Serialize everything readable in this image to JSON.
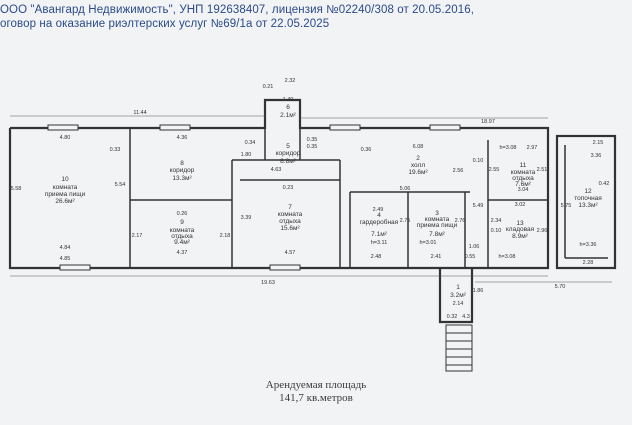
{
  "header": {
    "line1": "ООО \"Авангард Недвижимость\", УНП 192638407, лицензия №02240/308 от 20.05.2016,",
    "line2": "оговор на оказание риэлтерских услуг №69/1а от 22.05.2025"
  },
  "footer": {
    "area_label": "Арендуемая площадь",
    "area_value": "141,7 кв.метров"
  },
  "colors": {
    "ink": "#333333",
    "header_text": "#2b4a8a",
    "paper": "#f1f3f4"
  },
  "rooms": [
    {
      "num": "10",
      "name1": "комната",
      "name2": "приема пищи",
      "area": "26.6м²"
    },
    {
      "num": "8",
      "name1": "коридор",
      "name2": "",
      "area": "13.3м²"
    },
    {
      "num": "9",
      "name1": "комната",
      "name2": "отдыха",
      "area": "9.4м²"
    },
    {
      "num": "5",
      "name1": "коридор",
      "name2": "",
      "area": "8.8м²"
    },
    {
      "num": "6",
      "name1": "",
      "name2": "",
      "area": "2.1м²"
    },
    {
      "num": "7",
      "name1": "комната",
      "name2": "отдыха",
      "area": "15.6м²"
    },
    {
      "num": "2",
      "name1": "холл",
      "name2": "",
      "area": "19.6м²"
    },
    {
      "num": "4",
      "name1": "гардеробная",
      "name2": "",
      "area": "7.1м²"
    },
    {
      "num": "3",
      "name1": "комната",
      "name2": "приема пищи",
      "area": "7.8м²"
    },
    {
      "num": "11",
      "name1": "комната",
      "name2": "отдыха",
      "area": "7.6м²"
    },
    {
      "num": "13",
      "name1": "кладовая",
      "name2": "",
      "area": "8.9м²"
    },
    {
      "num": "12",
      "name1": "топочная",
      "name2": "",
      "area": "13.3м²"
    },
    {
      "num": "1",
      "name1": "",
      "name2": "",
      "area": "3.2м²"
    }
  ],
  "dimensions": [
    "11.44",
    "2.32",
    "0.21",
    "1.40",
    "18.97",
    "4.80",
    "4.36",
    "0.35",
    "6.08",
    "2.15",
    "3.36",
    "0.33",
    "5.54",
    "0.34",
    "1.80",
    "0.35",
    "0.36",
    "h=3.08",
    "2.97",
    "0.10",
    "2.56",
    "4.63",
    "2.55",
    "2.51",
    "5.58",
    "4.85",
    "0.23",
    "5.06",
    "3.04",
    "5.75",
    "0.42",
    "2.49",
    "3.02",
    "5.49",
    "2.17",
    "0.26",
    "2.18",
    "3.39",
    "2.75",
    "2.76",
    "2.34",
    "0.10",
    "2.96",
    "h=3.11",
    "h=3.01",
    "1.06",
    "h=3.36",
    "4.84",
    "4.37",
    "4.57",
    "2.48",
    "2.41",
    "0.55",
    "h=3.08",
    "2.28",
    "19.63",
    "5.70",
    "2.14",
    "1.86",
    "0.32",
    "4.3"
  ]
}
